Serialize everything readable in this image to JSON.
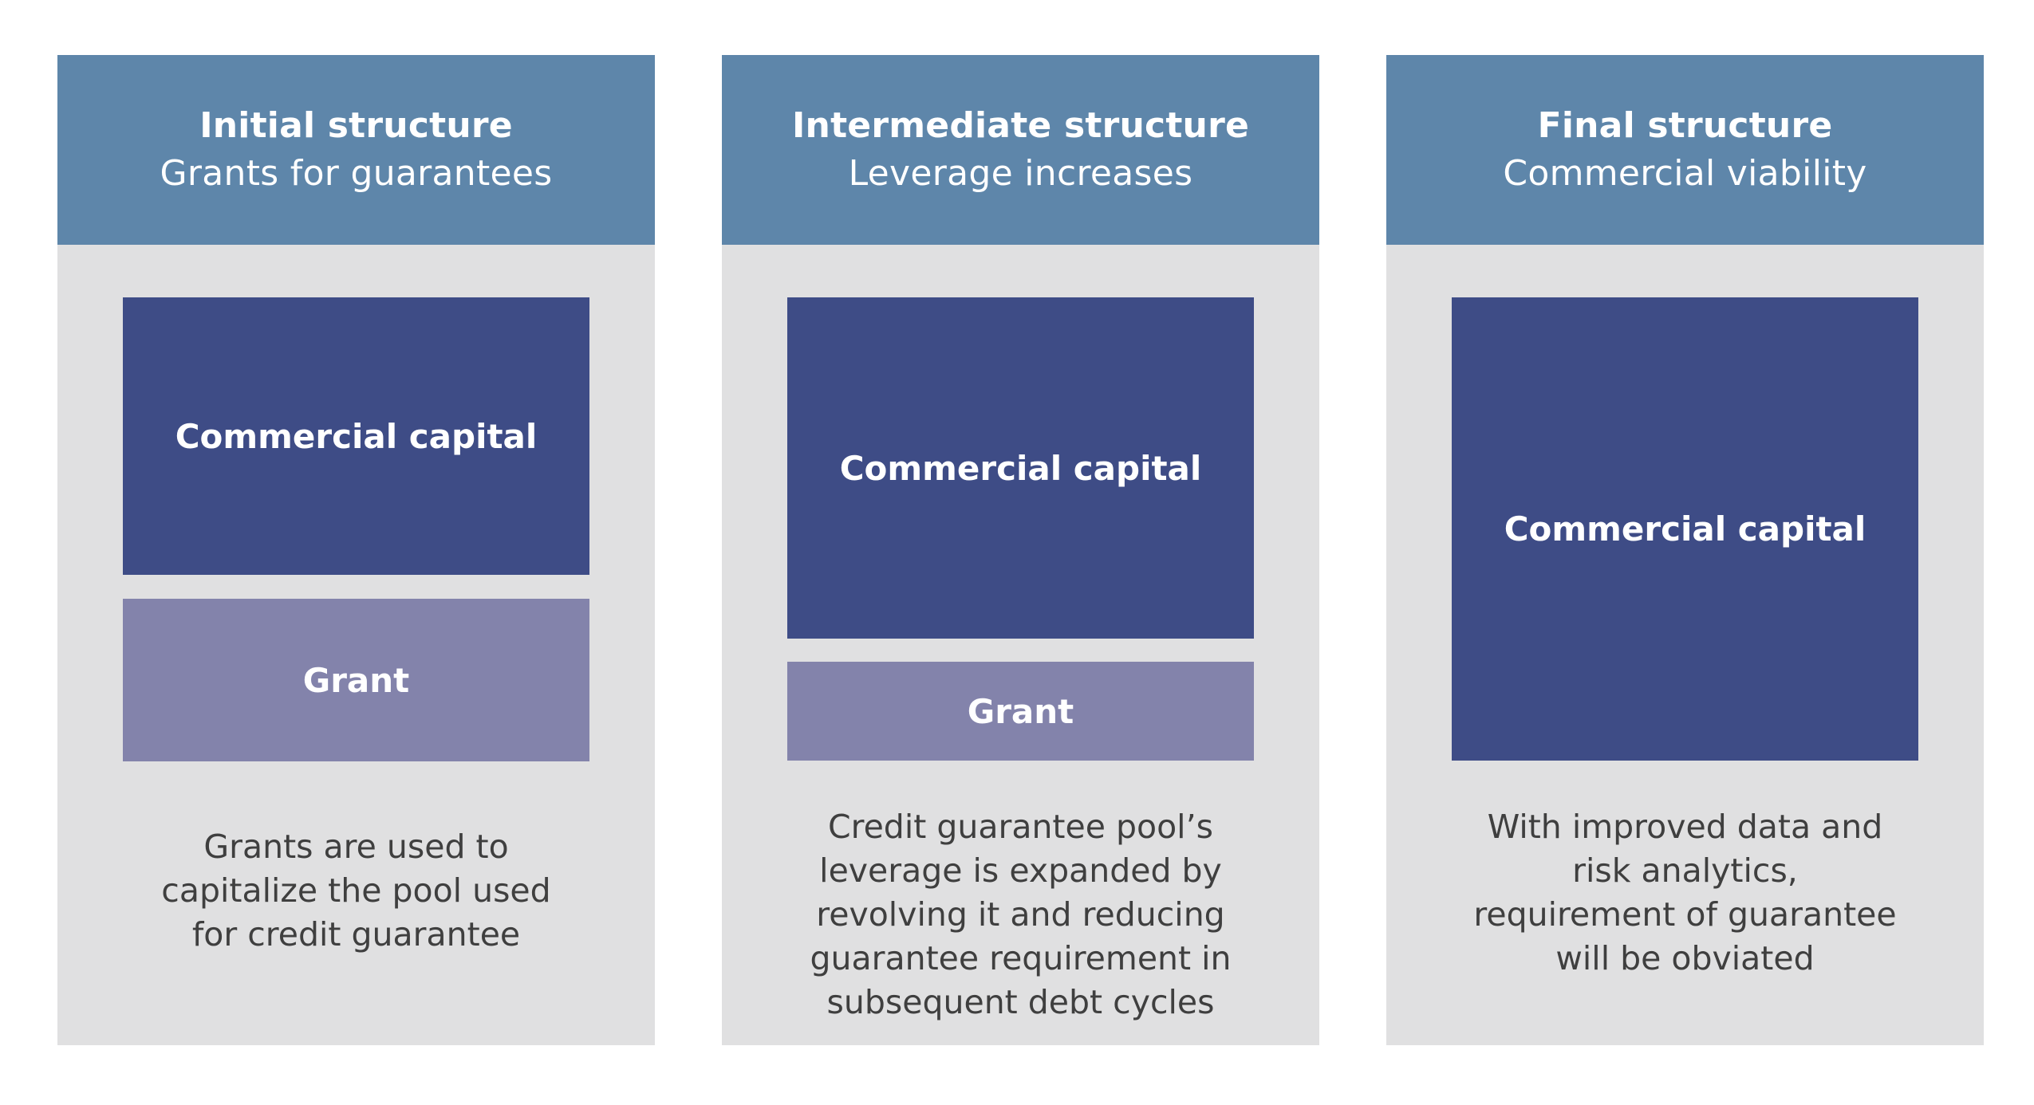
{
  "panels": [
    {
      "title": "Initial structure",
      "subtitle": "Grants for guarantees",
      "commercial_label": "Commercial capital",
      "grant_label": "Grant",
      "description": "Grants are used to\ncapitalize the pool used\nfor credit guarantee"
    },
    {
      "title": "Intermediate structure",
      "subtitle": "Leverage increases",
      "commercial_label": "Commercial capital",
      "grant_label": "Grant",
      "description": "Credit guarantee pool’s\nleverage is expanded by\nrevolving it and reducing\nguarantee requirement in\nsubsequent debt cycles"
    },
    {
      "title": "Final structure",
      "subtitle": "Commercial viability",
      "commercial_label": "Commercial capital",
      "description": "With improved data and\nrisk analytics,\nrequirement of guarantee\nwill be obviated"
    }
  ],
  "colors": {
    "header": "#5e86aa",
    "panel_background": "#e0e0e1",
    "commercial_capital": "#3e4c86",
    "grant": "#8383ab",
    "description_text": "#3f3f3f"
  }
}
